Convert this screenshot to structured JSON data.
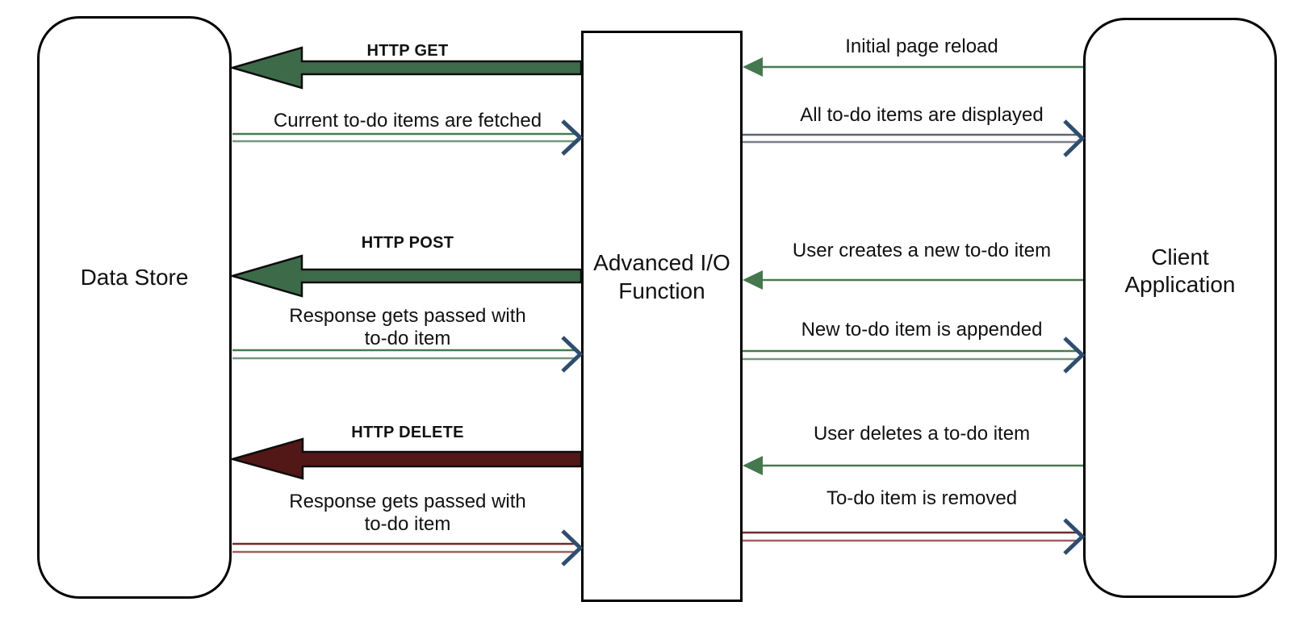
{
  "colors": {
    "arrow_green": "#3d6b4a",
    "arrow_maroon": "#521717",
    "outline_black": "#0d0d0d",
    "line_green": "#477a50",
    "line_green_light": "#74977c",
    "line_gray": "#5c6670",
    "line_gray_light": "#798089",
    "line_red": "#6e2b2b",
    "line_red_light": "#a06060",
    "head_green": "#45784e",
    "chevron_blue": "#2f4d6e",
    "node_border": "#000000",
    "node_fill": "#ffffff",
    "text": "#111111"
  },
  "diagram": {
    "nodes": [
      {
        "id": "data-store",
        "label": "Data Store"
      },
      {
        "id": "io-function",
        "label": "Advanced I/O Function",
        "lines": [
          "Advanced I/O",
          "Function"
        ]
      },
      {
        "id": "client-app",
        "label": "Client Application",
        "lines": [
          "Client",
          "Application"
        ]
      }
    ],
    "edges": [
      {
        "from": "io-function",
        "to": "data-store",
        "label": "HTTP GET",
        "style": "thick-solid-arrow",
        "color": "arrow_green"
      },
      {
        "from": "data-store",
        "to": "io-function",
        "label": "Current to-do items are fetched",
        "style": "double-line-chevron",
        "color": "line_green"
      },
      {
        "from": "io-function",
        "to": "data-store",
        "label": "HTTP POST",
        "style": "thick-solid-arrow",
        "color": "arrow_green"
      },
      {
        "from": "data-store",
        "to": "io-function",
        "label": "Response gets passed with to-do item",
        "lines": [
          "Response gets passed with",
          "to-do item"
        ],
        "style": "double-line-chevron",
        "color": "line_green"
      },
      {
        "from": "io-function",
        "to": "data-store",
        "label": "HTTP DELETE",
        "style": "thick-solid-arrow",
        "color": "arrow_maroon"
      },
      {
        "from": "data-store",
        "to": "io-function",
        "label": "Response gets passed with to-do item",
        "lines": [
          "Response gets passed with",
          "to-do item"
        ],
        "style": "double-line-chevron",
        "color": "line_red"
      },
      {
        "from": "client-app",
        "to": "io-function",
        "label": "Initial page reload",
        "style": "thin-line-solid-head",
        "color": "line_green"
      },
      {
        "from": "io-function",
        "to": "client-app",
        "label": "All to-do items are displayed",
        "style": "double-line-chevron",
        "color": "line_gray"
      },
      {
        "from": "client-app",
        "to": "io-function",
        "label": "User creates a new to-do item",
        "style": "thin-line-solid-head",
        "color": "line_green"
      },
      {
        "from": "io-function",
        "to": "client-app",
        "label": "New to-do item is appended",
        "style": "double-line-chevron",
        "color": "line_green"
      },
      {
        "from": "client-app",
        "to": "io-function",
        "label": "User deletes a to-do item",
        "style": "thin-line-solid-head",
        "color": "line_green"
      },
      {
        "from": "io-function",
        "to": "client-app",
        "label": "To-do item is removed",
        "style": "double-line-chevron",
        "color": "line_red"
      }
    ]
  }
}
